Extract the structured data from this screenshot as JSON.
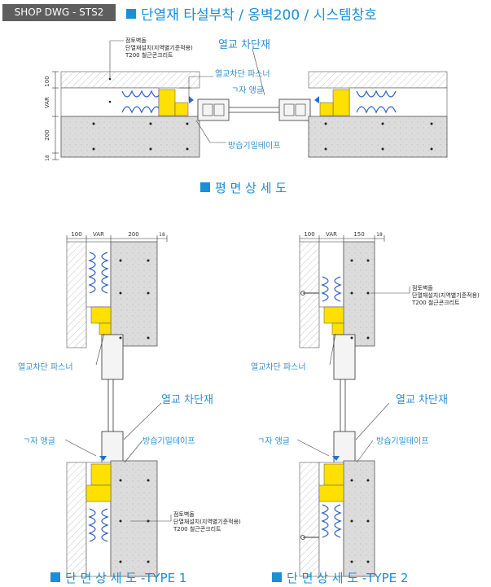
{
  "header": {
    "tag": "SHOP DWG - STS2",
    "title": "단열재 타설부착 / 옹벽200 / 시스템창호"
  },
  "plan": {
    "section_title": "평 면 상 세 도",
    "label_thermal_break": "열교 차단재",
    "label_thermal_spacer": "열교차단 파스너",
    "label_angle": "ㄱ자 앵글",
    "label_tape": "방습기밀테이프",
    "notes": [
      "점토벽돌",
      "단열재설치(지역별기준적용)",
      "T200 철근콘크리트"
    ],
    "dims": [
      "100",
      "VAR",
      "200",
      "18"
    ]
  },
  "section1": {
    "section_title": "단 면 상 세 도 -TYPE 1",
    "label_thermal_spacer": "열교차단 파스너",
    "label_thermal_break": "열교 차단재",
    "label_angle": "ㄱ자 앵글",
    "label_tape": "방습기밀테이프",
    "notes": [
      "점토벽돌",
      "단열재설치(지역별기준적용)",
      "T200 철근콘크리트"
    ],
    "dims": [
      "100",
      "VAR",
      "200",
      "18"
    ]
  },
  "section2": {
    "section_title": "단 면 상 세 도 -TYPE 2",
    "label_thermal_spacer": "열교차단 파스너",
    "label_thermal_break": "열교 차단재",
    "label_angle": "ㄱ자 앵글",
    "label_tape": "방습기밀테이프",
    "notes": [
      "점토벽돌",
      "단열재설치(지역별기준적용)",
      "T200 철근콘크리트"
    ],
    "dims": [
      "100",
      "VAR",
      "150",
      "18"
    ]
  },
  "colors": {
    "accent": "#1a8fd6",
    "insulation_fill": "#ffe000",
    "concrete_fill": "#dcdcdc",
    "coil_line": "#2b5fc7"
  }
}
